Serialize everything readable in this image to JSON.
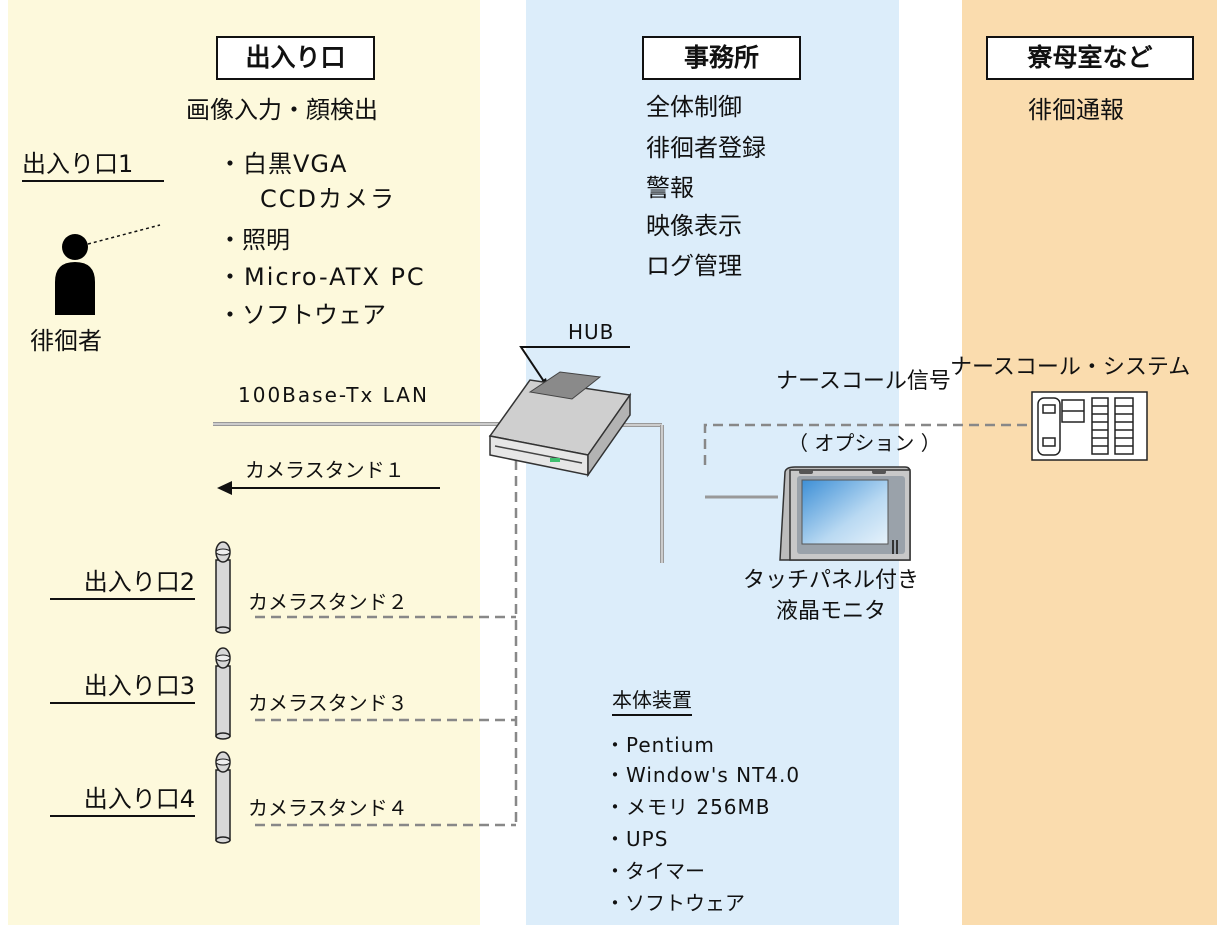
{
  "colors": {
    "entrance_bg": "#fdf9dc",
    "office_bg": "#dcedfa",
    "dorm_bg": "#fadcae",
    "line": "#111111",
    "dashed_line": "#888888",
    "lan_line": "#aaaaaa"
  },
  "entrance": {
    "title": "出入り口",
    "subtitle": "画像入力・顔検出",
    "gate1_label": "出入り口1",
    "camera_items": [
      "・白黒VGA",
      "CCDカメラ",
      "・照明",
      "・Micro-ATX PC",
      "・ソフトウェア"
    ],
    "person_label": "徘徊者",
    "lan_label": "100Base-Tx LAN",
    "stands": [
      {
        "gate_label": "出入り口2",
        "stand_label": "カメラスタンド２"
      },
      {
        "gate_label": "出入り口3",
        "stand_label": "カメラスタンド３"
      },
      {
        "gate_label": "出入り口4",
        "stand_label": "カメラスタンド４"
      }
    ],
    "stand1_label": "カメラスタンド１"
  },
  "office": {
    "title": "事務所",
    "functions": [
      "全体制御",
      "徘徊者登録",
      "警報",
      "映像表示",
      "ログ管理"
    ],
    "hub_label": "HUB",
    "main_unit_title": "本体装置",
    "main_unit_items": [
      "・Pentium",
      "・Window's NT4.0",
      "・メモリ 256MB",
      "・UPS",
      "・タイマー",
      "・ソフトウェア"
    ],
    "monitor_label_1": "タッチパネル付き",
    "monitor_label_2": "液晶モニタ"
  },
  "dorm": {
    "title": "寮母室など",
    "subtitle": "徘徊通報",
    "nurse_call_system": "ナースコール・システム",
    "nurse_call_signal": "ナースコール信号",
    "option_label": "（ オプション ）"
  }
}
